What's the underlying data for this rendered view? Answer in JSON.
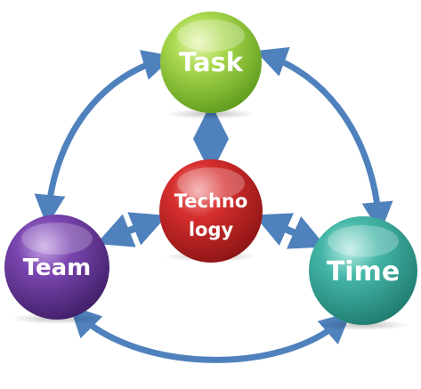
{
  "diagram": {
    "nodes": {
      "task": {
        "label": "Task",
        "color": "#8CC63F"
      },
      "technology": {
        "line1": "Techno",
        "line2": "logy",
        "color": "#C1272D"
      },
      "team": {
        "label": "Team",
        "color": "#6A3A9A"
      },
      "time": {
        "label": "Time",
        "color": "#3FB3A5"
      }
    },
    "connector_color": "#4F81BD"
  }
}
